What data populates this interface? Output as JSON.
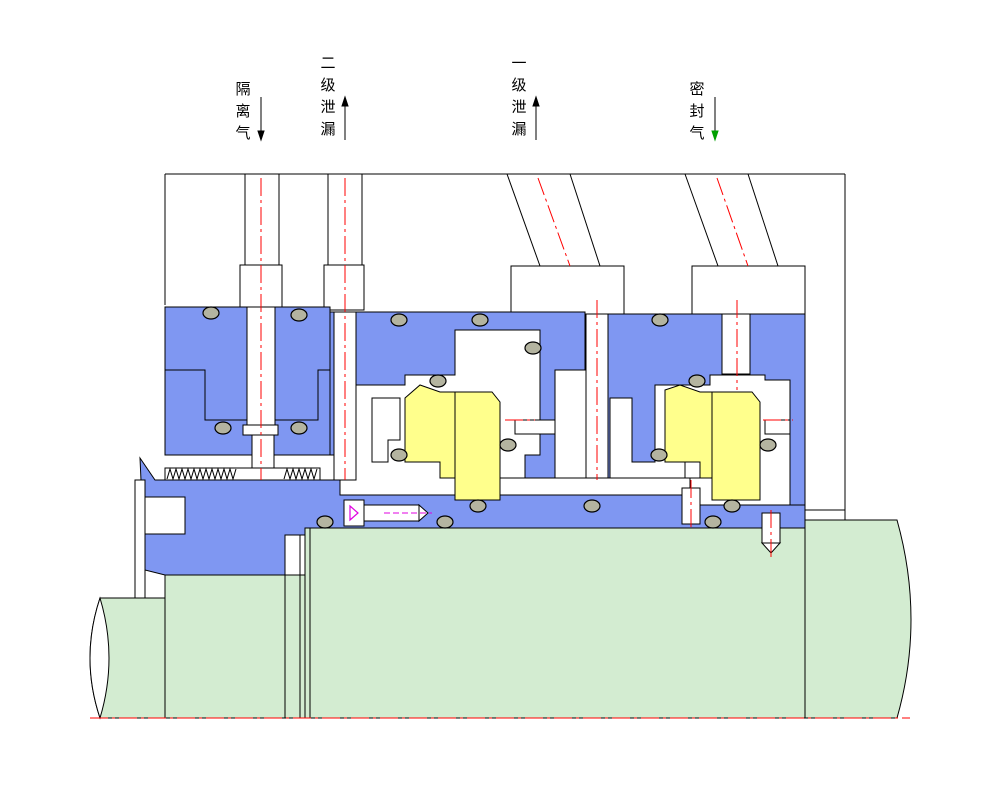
{
  "ports": [
    {
      "id": "isolation-gas",
      "label": "隔\n离\n气",
      "flow": "in"
    },
    {
      "id": "secondary-leakage",
      "label": "二\n级\n泄\n漏",
      "flow": "out"
    },
    {
      "id": "primary-leakage",
      "label": "一\n级\n泄\n漏",
      "flow": "out"
    },
    {
      "id": "seal-gas",
      "label": "密\n封\n气",
      "flow": "in"
    }
  ],
  "colors": {
    "housing": "#7F97F2",
    "shaft": "#D3ECD1",
    "seal_ring": "#FFFF8C",
    "o_ring": "#B4B4A0",
    "centerline": "#FF0000",
    "bolt": "#E000E0",
    "seal_gas_arrow": "#00A000",
    "outline": "#000000"
  }
}
